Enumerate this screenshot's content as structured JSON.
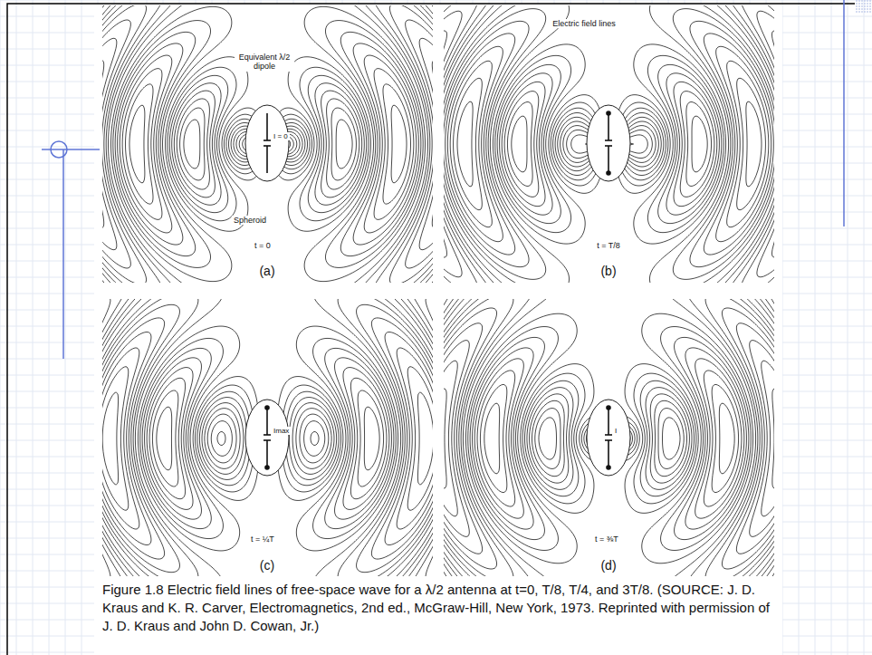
{
  "diagram": {
    "caption": "Figure 1.8 Electric field lines of free-space wave for a λ/2 antenna at t=0, T/8, T/4, and 3T/8. (SOURCE: J. D. Kraus and K. R. Carver, Electromagnetics, 2nd ed., McGraw-Hill, New York, 1973. Reprinted with permission of J. D. Kraus and John D. Cowan, Jr.)",
    "labels": [
      "Equivalent λ/2 dipole",
      "I = 0",
      "Spheroid",
      "t = 0",
      "(a)",
      "Electric field lines",
      "t = T/8",
      "(b)",
      "Imax",
      "t = ¼T",
      "(c)",
      "I",
      "t = ⅜T",
      "(d)"
    ]
  }
}
